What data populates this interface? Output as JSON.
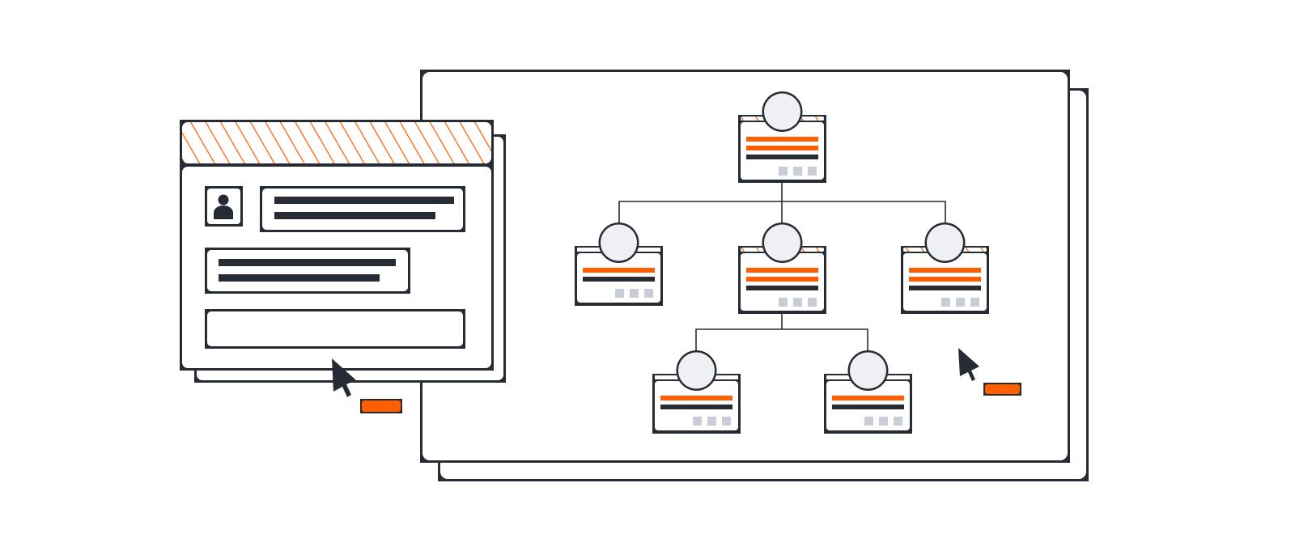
{
  "colors": {
    "ink": "#272b33",
    "accent": "#ff5f00",
    "card_fill": "#ffffff",
    "node_circle_fill": "#eef0f3",
    "placeholder_square": "#c8cdd6"
  },
  "tree": {
    "root": {
      "orange_lines": 2,
      "hatched_header": true
    },
    "level1": [
      {
        "orange_lines": 1,
        "hatched_header": false
      },
      {
        "orange_lines": 2,
        "hatched_header": true
      },
      {
        "orange_lines": 2,
        "hatched_header": true
      }
    ],
    "level2": [
      {
        "orange_lines": 1,
        "hatched_header": false
      },
      {
        "orange_lines": 1,
        "hatched_header": false
      }
    ]
  }
}
